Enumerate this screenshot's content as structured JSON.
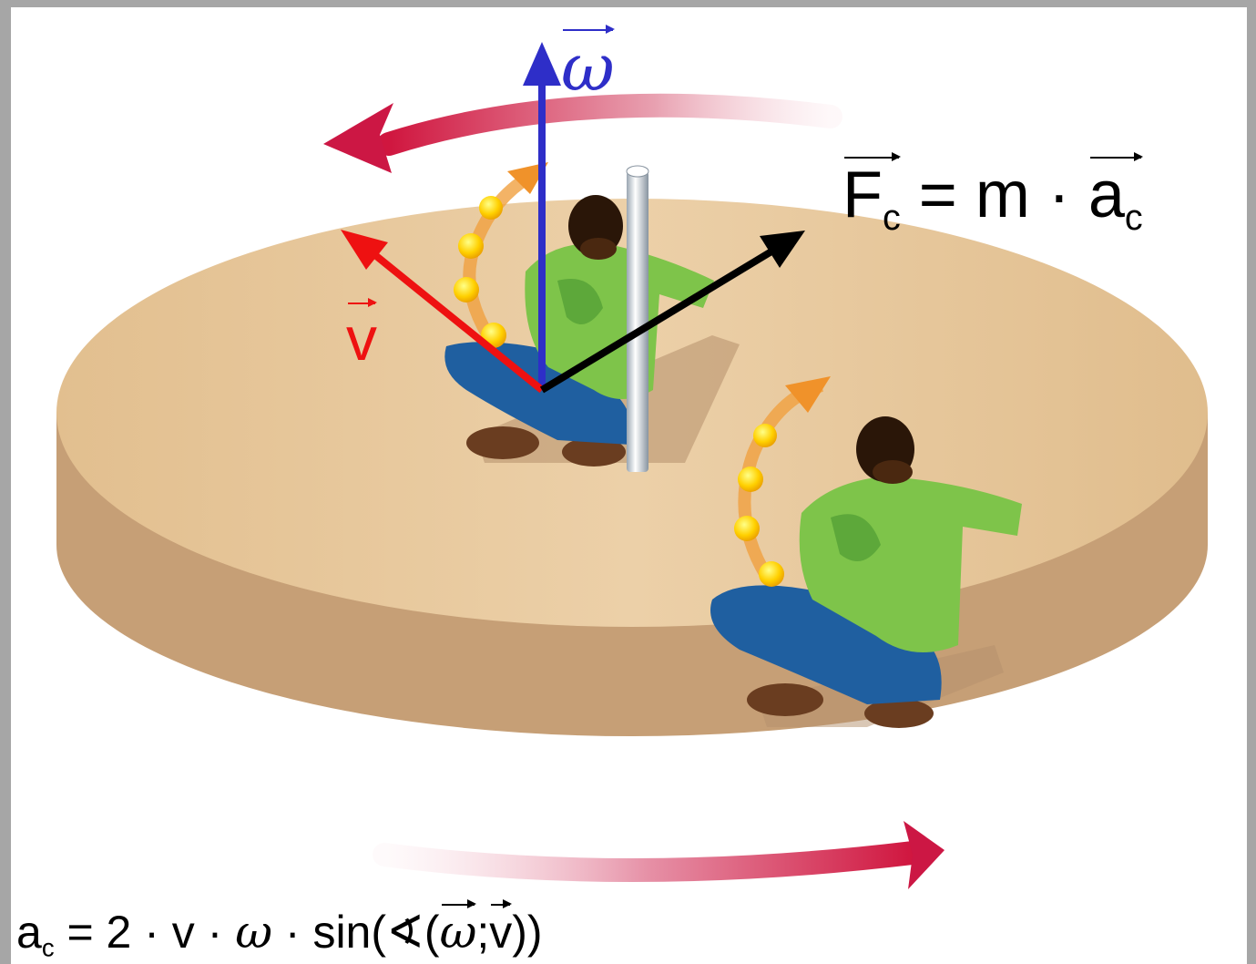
{
  "labels": {
    "omega": "ω",
    "velocity": "v",
    "force_eq": {
      "F": "F",
      "F_sub": "c",
      "equals": "=",
      "m": "m",
      "dot": "·",
      "a": "a",
      "a_sub": "c"
    },
    "accel_eq": {
      "a": "a",
      "a_sub": "c",
      "rest": " = 2 · v · ",
      "omega": "ω",
      "tail": " · sin(∢(",
      "omega2": "ω",
      "sep": ";",
      "v": "v",
      "close": "))"
    }
  },
  "colors": {
    "disk_top": "#e8c89c",
    "disk_side": "#c8a27a",
    "omega_arrow": "#2e2ec8",
    "velocity_arrow": "#ee1111",
    "force_arrow": "#000000",
    "rotation_arrow": "#cc1744",
    "shirt": "#7ec44a",
    "pants": "#1f5fa0",
    "ball": "#ffd000",
    "trail": "#f0922a",
    "pole": "#dfe6ee"
  },
  "icons": [
    "rotation-arrow-icon",
    "person-icon",
    "pole-icon",
    "ball-trail-icon"
  ]
}
